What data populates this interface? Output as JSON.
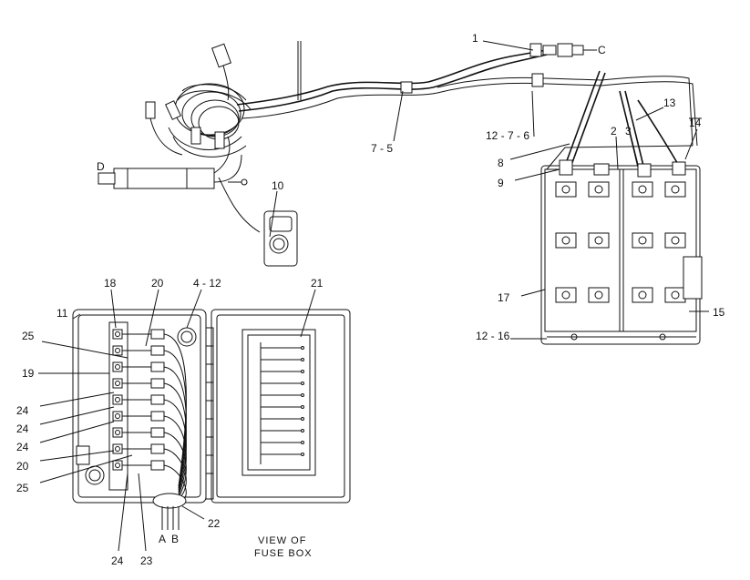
{
  "callouts": {
    "c1": "1",
    "c2": "2",
    "c3": "3",
    "c4_12": "4 - 12",
    "c7_5": "7 - 5",
    "c8": "8",
    "c9": "9",
    "c10": "10",
    "c11": "11",
    "c12_7_6": "12 - 7 - 6",
    "c12_16": "12 - 16",
    "c13": "13",
    "c14": "14",
    "c15": "15",
    "c17": "17",
    "c18": "18",
    "c19": "19",
    "c20a": "20",
    "c20b": "20",
    "c21": "21",
    "c22": "22",
    "c23": "23",
    "c24a": "24",
    "c24b": "24",
    "c24c": "24",
    "c24d": "24",
    "c25a": "25",
    "c25b": "25",
    "letterA": "A",
    "letterB": "B",
    "letterC": "C",
    "letterD": "D"
  },
  "caption": {
    "line1": "VIEW OF",
    "line2": "FUSE BOX"
  }
}
